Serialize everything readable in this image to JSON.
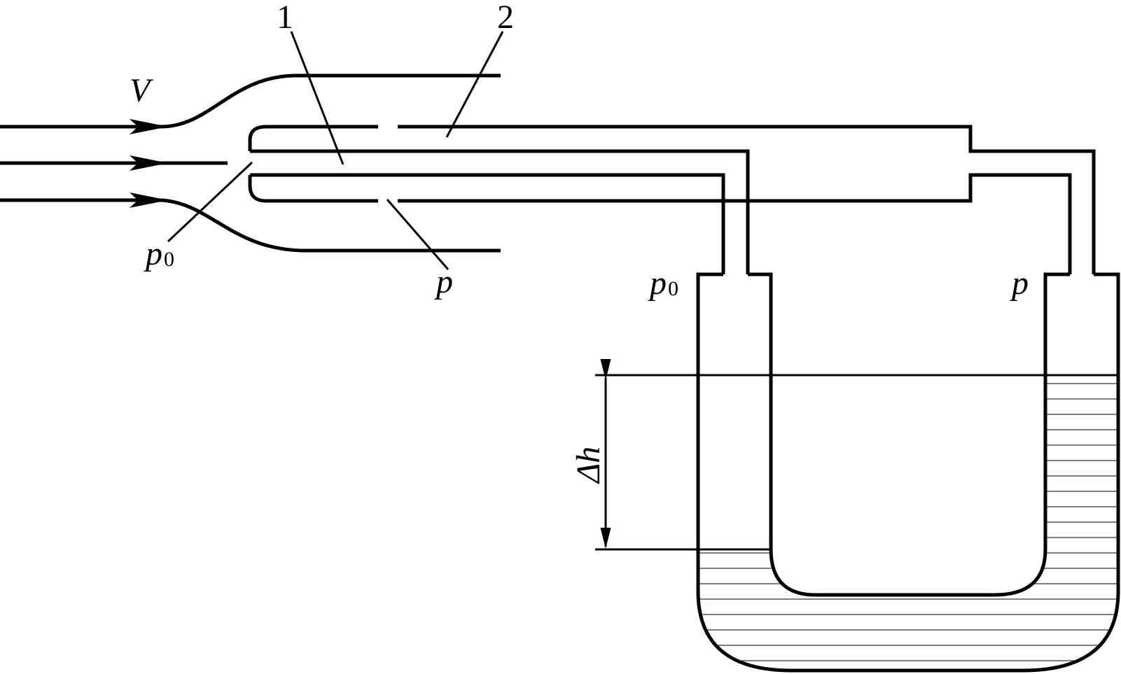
{
  "labels": {
    "velocity": "V",
    "tube_1": "1",
    "tube_2": "2",
    "p0_symbol": "p",
    "p0_subscript": "0",
    "static_p": "p",
    "manometer_p0_symbol": "p",
    "manometer_p0_subscript": "0",
    "manometer_p": "p",
    "delta_h": "Δh"
  },
  "colors": {
    "ink": "#000000",
    "background": "#ffffff"
  }
}
